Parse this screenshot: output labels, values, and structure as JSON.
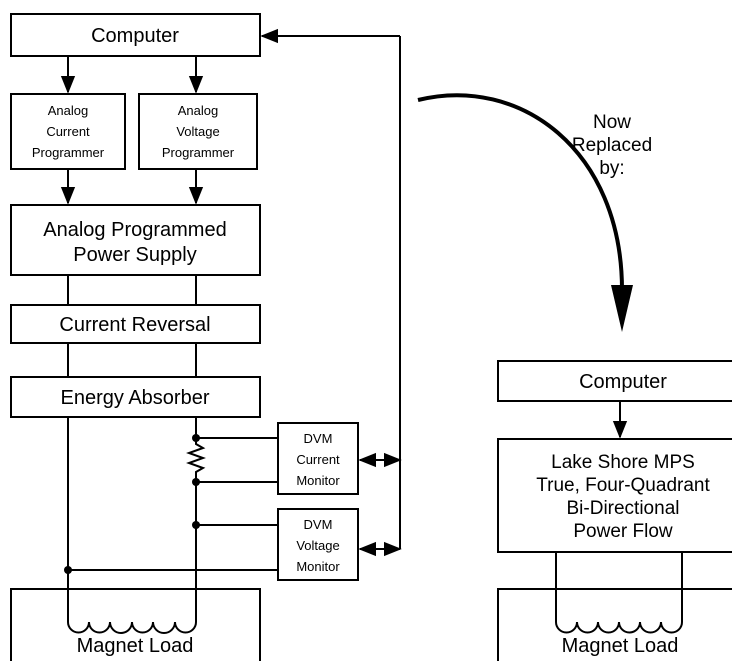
{
  "left": {
    "computer": "Computer",
    "analog_current": [
      "Analog",
      "Current",
      "Programmer"
    ],
    "analog_voltage": [
      "Analog",
      "Voltage",
      "Programmer"
    ],
    "power_supply": [
      "Analog  Programmed",
      "Power Supply"
    ],
    "current_reversal": "Current  Reversal",
    "energy_absorber": "Energy  Absorber",
    "dvm_current": [
      "DVM",
      "Current",
      "Monitor"
    ],
    "dvm_voltage": [
      "DVM",
      "Voltage",
      "Monitor"
    ],
    "magnet_load": "Magnet Load"
  },
  "transition": [
    "Now",
    "Replaced",
    "by:"
  ],
  "right": {
    "computer": "Computer",
    "mps": [
      "Lake Shore MPS",
      "True,  Four-Quadrant",
      "Bi-Directional",
      "Power Flow"
    ],
    "magnet_load": "Magnet Load"
  }
}
